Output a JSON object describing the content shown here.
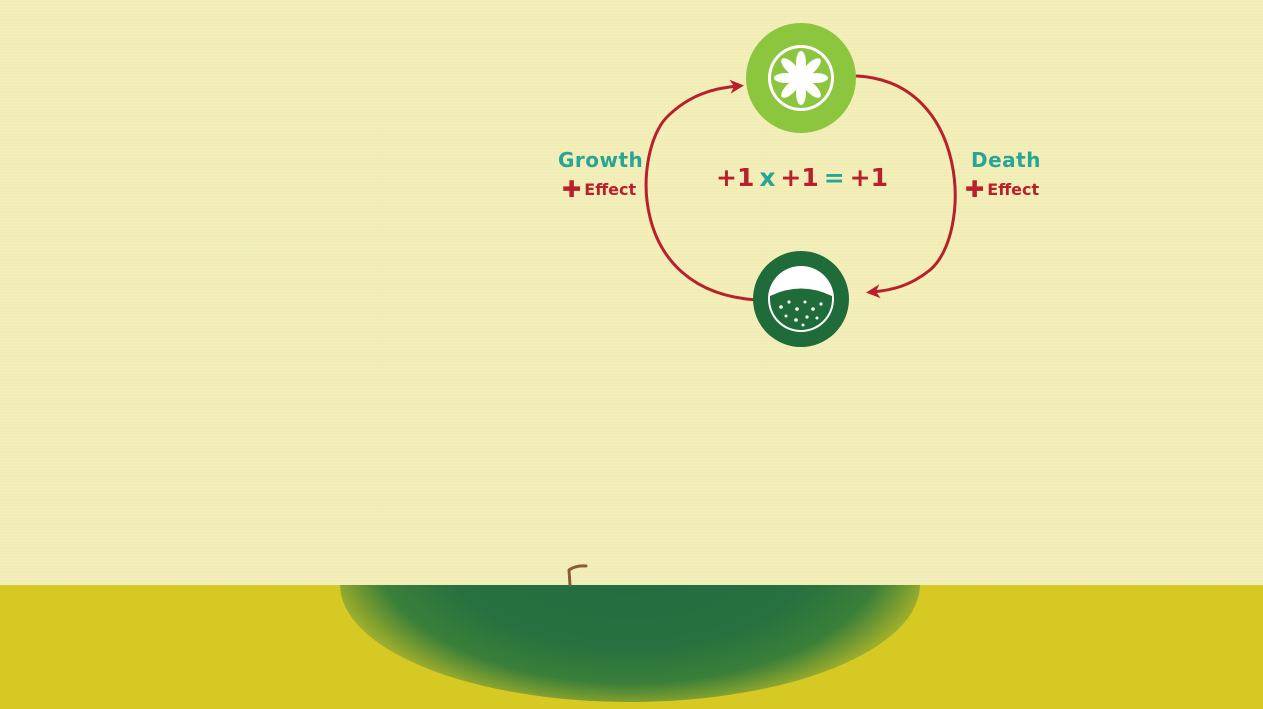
{
  "diagram": {
    "left_label": {
      "title": "Growth",
      "effect": "Effect"
    },
    "right_label": {
      "title": "Death",
      "effect": "Effect"
    },
    "equation": {
      "term_1": "+1",
      "operator": "x",
      "term_2": "+1",
      "equals": "=",
      "result": "+1"
    }
  },
  "colors": {
    "background": "#f4efb6",
    "ground": "#d7c924",
    "ground_shadow": "#216b3f",
    "arrow": "#b8202b",
    "teal_text": "#28a595",
    "top_node": "#8cc63f",
    "bottom_node": "#1f6b3a"
  },
  "icons": {
    "top_node": "lime-slice-icon",
    "bottom_node": "soil-bowl-icon",
    "sprout": "sprout-icon",
    "plus": "plus-icon"
  }
}
